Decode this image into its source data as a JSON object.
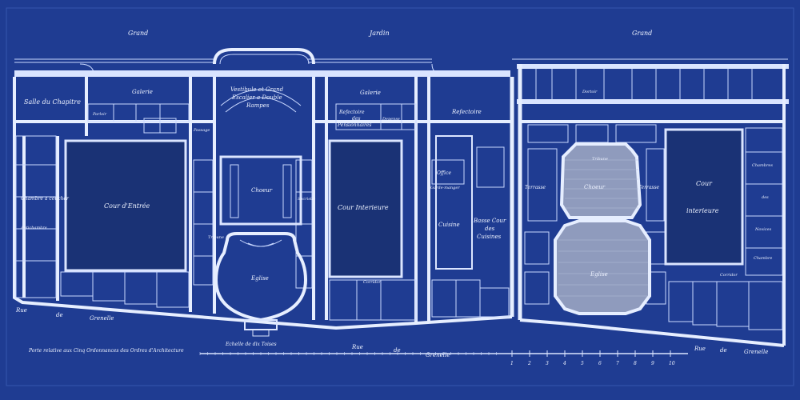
{
  "title_top": {
    "left": "Grand",
    "center": "Jardin",
    "right": "Grand"
  },
  "bottom": {
    "note": "Porte relative aux Cinq Ordonnances des Ordres d'Architecture",
    "scale": "Echelle de dix Toises",
    "street_left_1": "Rue",
    "street_left_2": "de",
    "street_left_3": "Grenelle",
    "street_mid_1": "Rue",
    "street_mid_2": "de",
    "street_mid_3": "Grenelle",
    "street_right_1": "Rue",
    "street_right_2": "de",
    "street_right_3": "Grenelle"
  },
  "rooms": {
    "salle_chapitre": "Salle du Chapitre",
    "galerie_l": "Galerie",
    "galerie_r": "Galerie",
    "vestibule": "Vestibule et Grand",
    "escalier": "Escalier a Double",
    "rampes": "Rampes",
    "refectoire_pens": "Refectoire",
    "des_pens": "des",
    "pensionnaires": "Pensionnaires",
    "depense": "Depense",
    "refectoire_r": "Refectoire",
    "cour_entree": "Cour d'Entrée",
    "cour_interieure": "Cour Interieure",
    "choeur_l": "Choeur",
    "eglise_l": "Eglise",
    "cuisine": "Cuisine",
    "basse_cour": "Basse Cour",
    "des_cuisines": "des",
    "cuisines": "Cuisines",
    "office": "Office",
    "garde_manger": "Garde-manger",
    "chambre_coucher": "Chambre a coucher",
    "antichambre": "Antichambre",
    "tribune": "Tribune",
    "corridor": "Corridor",
    "choeur_r": "Choeur",
    "eglise_r": "Eglise",
    "cour_r": "Cour",
    "interieure_r": "interieure",
    "terrasse_1": "Terrasse",
    "terrasse_2": "Terrasse",
    "chambres_1": "Chambres",
    "chambres_2": "des",
    "chambres_3": "Novices",
    "chambre_r": "Chambre",
    "parloir": "Parloir",
    "passage": "Passage",
    "sacristie": "Sacristie",
    "dortoir": "Dortoir"
  },
  "scale_ticks": [
    "1",
    "2",
    "3",
    "4",
    "5",
    "6",
    "7",
    "8",
    "9",
    "10"
  ]
}
